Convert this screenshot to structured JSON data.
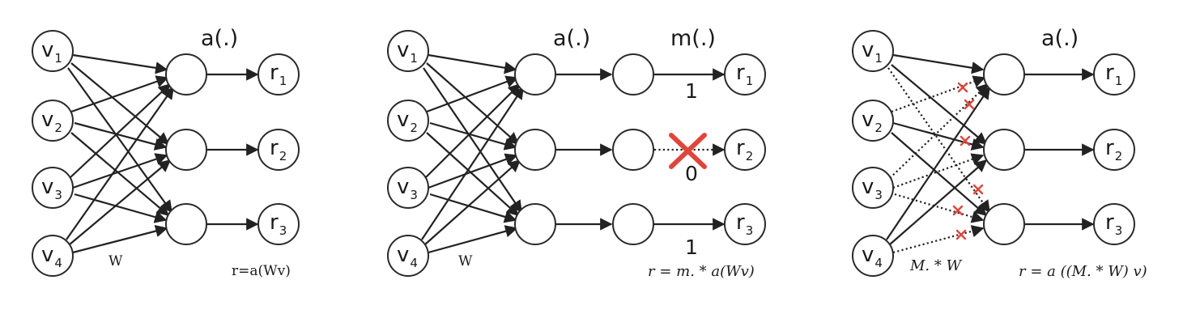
{
  "colors": {
    "ink": "#222222",
    "drop": "#e0453a"
  },
  "panels": [
    {
      "id": "panel-1",
      "function_labels": [
        "a(.)"
      ],
      "mask_labels": [],
      "weight_label": "W",
      "formula": "r=a(Wv)",
      "inputs": [
        {
          "main": "v",
          "sub": "1"
        },
        {
          "main": "v",
          "sub": "2"
        },
        {
          "main": "v",
          "sub": "3"
        },
        {
          "main": "v",
          "sub": "4"
        }
      ],
      "outputs": [
        {
          "main": "r",
          "sub": "1"
        },
        {
          "main": "r",
          "sub": "2"
        },
        {
          "main": "r",
          "sub": "3"
        }
      ]
    },
    {
      "id": "panel-2",
      "function_labels": [
        "a(.)",
        "m(.)"
      ],
      "mask_labels": [
        "1",
        "0",
        "1"
      ],
      "weight_label": "W",
      "formula": "r = m. * a(Wv)",
      "dropped_outputs": [
        2
      ],
      "inputs": [
        {
          "main": "v",
          "sub": "1"
        },
        {
          "main": "v",
          "sub": "2"
        },
        {
          "main": "v",
          "sub": "3"
        },
        {
          "main": "v",
          "sub": "4"
        }
      ],
      "outputs": [
        {
          "main": "r",
          "sub": "1"
        },
        {
          "main": "r",
          "sub": "2"
        },
        {
          "main": "r",
          "sub": "3"
        }
      ]
    },
    {
      "id": "panel-3",
      "function_labels": [
        "a(.)"
      ],
      "mask_labels": [],
      "weight_label": "M. * W",
      "formula": "r = a ((M. * W) v)",
      "dropped_connection_marks": 6,
      "inputs": [
        {
          "main": "v",
          "sub": "1"
        },
        {
          "main": "v",
          "sub": "2"
        },
        {
          "main": "v",
          "sub": "3"
        },
        {
          "main": "v",
          "sub": "4"
        }
      ],
      "outputs": [
        {
          "main": "r",
          "sub": "1"
        },
        {
          "main": "r",
          "sub": "2"
        },
        {
          "main": "r",
          "sub": "3"
        }
      ]
    }
  ]
}
